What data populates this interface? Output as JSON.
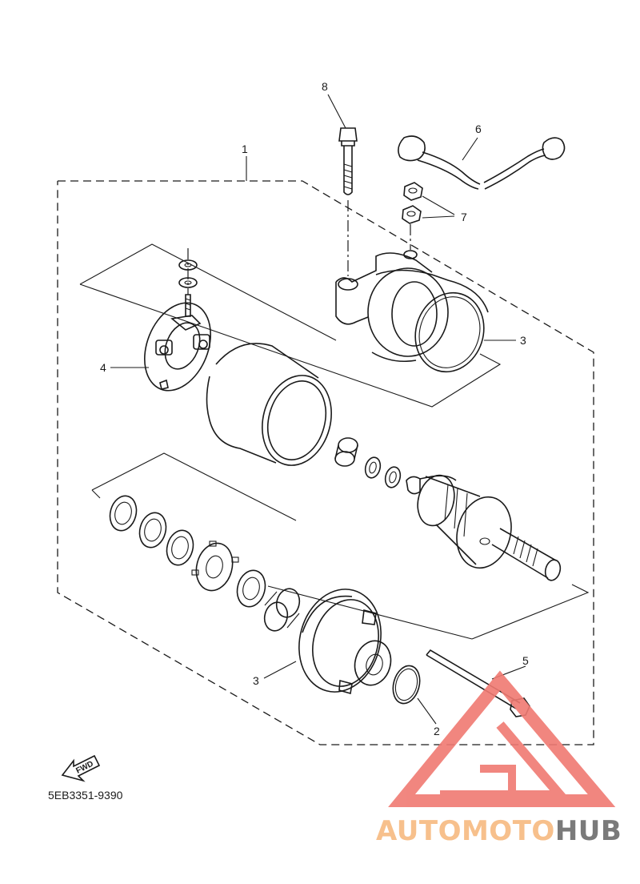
{
  "callouts": {
    "c1": "1",
    "c2": "2",
    "c3a": "3",
    "c3b": "3",
    "c4": "4",
    "c5": "5",
    "c6": "6",
    "c7": "7",
    "c8": "8"
  },
  "fwd_label": "FWD",
  "diagram_code": "5EB3351-9390",
  "watermark": {
    "part1": "AUTOMOTO",
    "part2": "HUB",
    "color1": "#f7c08c",
    "color2": "#7a7a7a",
    "logo_color": "#f07a72"
  }
}
